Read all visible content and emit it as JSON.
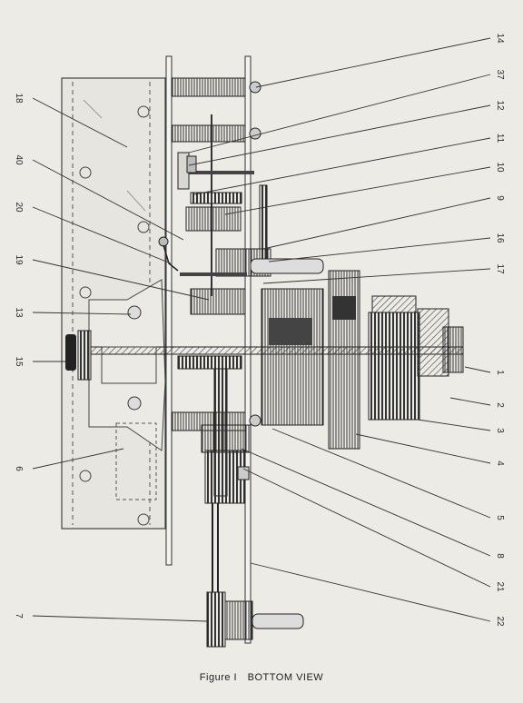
{
  "caption": {
    "figure_label": "Figure I",
    "view_name": "BOTTOM VIEW"
  },
  "callouts": [
    "14",
    "37",
    "12",
    "11",
    "10",
    "9",
    "16",
    "17",
    "1",
    "2",
    "3",
    "4",
    "5",
    "8",
    "21",
    "22",
    "18",
    "40",
    "20",
    "19",
    "13",
    "15",
    "6",
    "7"
  ]
}
